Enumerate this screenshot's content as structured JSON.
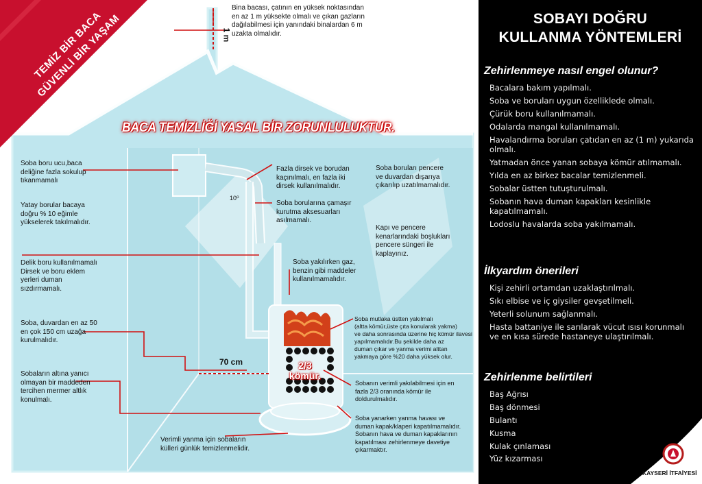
{
  "banner": {
    "text": "TEMİZ BİR BACA\nGÜVENLİ BİR YAŞAM",
    "color": "#c8102e"
  },
  "headline": "BACA TEMİZLİĞİ YASAL BİR ZORUNLULUKTUR.",
  "colors": {
    "house_fill": "#bfe6ee",
    "house_outline": "#ffffff",
    "leader_lines": "#d11010",
    "panel": "#000000",
    "fire": "#d2401a"
  },
  "dimensions": {
    "roof": "1 m",
    "wall_distance": "70 cm",
    "angle": "10⁰",
    "coal": "2/3\nkömür."
  },
  "annotations": {
    "chimney_top": "Bina bacası, çatının en yüksek noktasından\nen az 1 m yüksekte olmalı ve çıkan gazların\ndağılabilmesi için yanındaki binalardan 6 m\nuzakta olmalıdır.",
    "pipe_end": "Soba boru ucu,baca\ndeliğine fazla sokulup\ntıkanmamalı",
    "horizontal_pipes": "Yatay borular bacaya\ndoğru % 10 eğimle\nyükselerek takılmalıdır.",
    "elbows": "Fazla dirsek ve borudan\nkaçınılmalı, en fazla iki\ndirsek kullanılmalıdır.",
    "laundry": "Soba borularına çamaşır\nkurutma aksesuarları\nasılmamalı.",
    "window_pipes": "Soba boruları pencere\nve  duvardan dışarıya\nçıkarılıp uzatılmamalıdır.",
    "door_gaps": "Kapı ve pencere\nkenarlarındaki boşlukları\npencere süngeri ile\nkaplayınız.",
    "holed_pipe": "Delik boru kullanılmamalı\nDirsek ve boru eklem\nyerleri duman\nsızdırmamalı.",
    "flammables": "Soba yakılırken gaz,\nbenzin gibi maddeler\nkullanılmamalıdır.",
    "wall_distance": "Soba, duvardan en az 50\nen çok 150 cm uzağa\nkurulmalıdır.",
    "light_from_top": "Soba mutlaka üstten yakılmalı\n(altta kömür,üste çıta konularak yakma)\nve daha sonrasında üzerine hiç kömür ilavesi\nyapılmamalıdır.Bu şekilde daha az\nduman çıkar ve yanma verimi alttan\nyakmaya göre %20 daha yüksek olur.",
    "marble_base": "Sobaların altına yanıcı\nolmayan bir maddeden\ntercihen mermer altlık\nkonulmalı.",
    "fill_ratio": "Sobanın verimli yakılabilmesi için en\nfazla 2/3 oranında kömür ile\ndoldurulmalıdır.",
    "air_dampers": "Soba yanarken yanma havası ve\nduman kapak/klaperi kapatılmamalıdır.\nSobanın hava ve duman kapaklarının\nkapatılması zehirlenmeye davetiye\nçıkarmaktır.",
    "ash_cleaning": "Verimli yanma için sobaların\nkülleri günlük temizlenmelidir."
  },
  "panel": {
    "title": "SOBAYI DOĞRU\nKULLANMA YÖNTEMLERİ",
    "prevention_heading": "Zehirlenmeye nasıl engel olunur?",
    "prevention_items": [
      "Bacalara bakım yapılmalı.",
      "Soba ve boruları uygun özelliklede olmalı.",
      "Çürük boru kullanılmamalı.",
      "Odalarda mangal kullanılmamalı.",
      "Havalandırma boruları çatıdan en az (1 m) yukarıda olmalı.",
      "Yatmadan önce yanan sobaya kömür atılmamalı.",
      "Yılda en az birkez bacalar temizlenmeli.",
      "Sobalar üstten tutuşturulmalı.",
      "Sobanın hava duman kapakları kesinlikle kapatılmamalı.",
      "Lodoslu havalarda soba yakılmamalı."
    ],
    "first_aid_heading": "İlkyardım önerileri",
    "first_aid_items": [
      "Kişi zehirli ortamdan uzaklaştırılmalı.",
      "Sıkı elbise ve iç giysiler gevşetilmeli.",
      "Yeterli solunum sağlanmalı.",
      "Hasta battaniye ile sarılarak vücut ısısı korunmalı ve en kısa sürede hastaneye ulaştırılmalı."
    ],
    "symptoms_heading": "Zehirlenme belirtileri",
    "symptoms_items": [
      "Baş Ağrısı",
      "Baş dönmesi",
      "Bulantı",
      "Kusma",
      "Kulak çınlaması",
      "Yüz kızarması"
    ]
  },
  "logo": {
    "icon": "fire-department-emblem-icon",
    "text": "KAYSERİ İTFAİYESİ"
  }
}
